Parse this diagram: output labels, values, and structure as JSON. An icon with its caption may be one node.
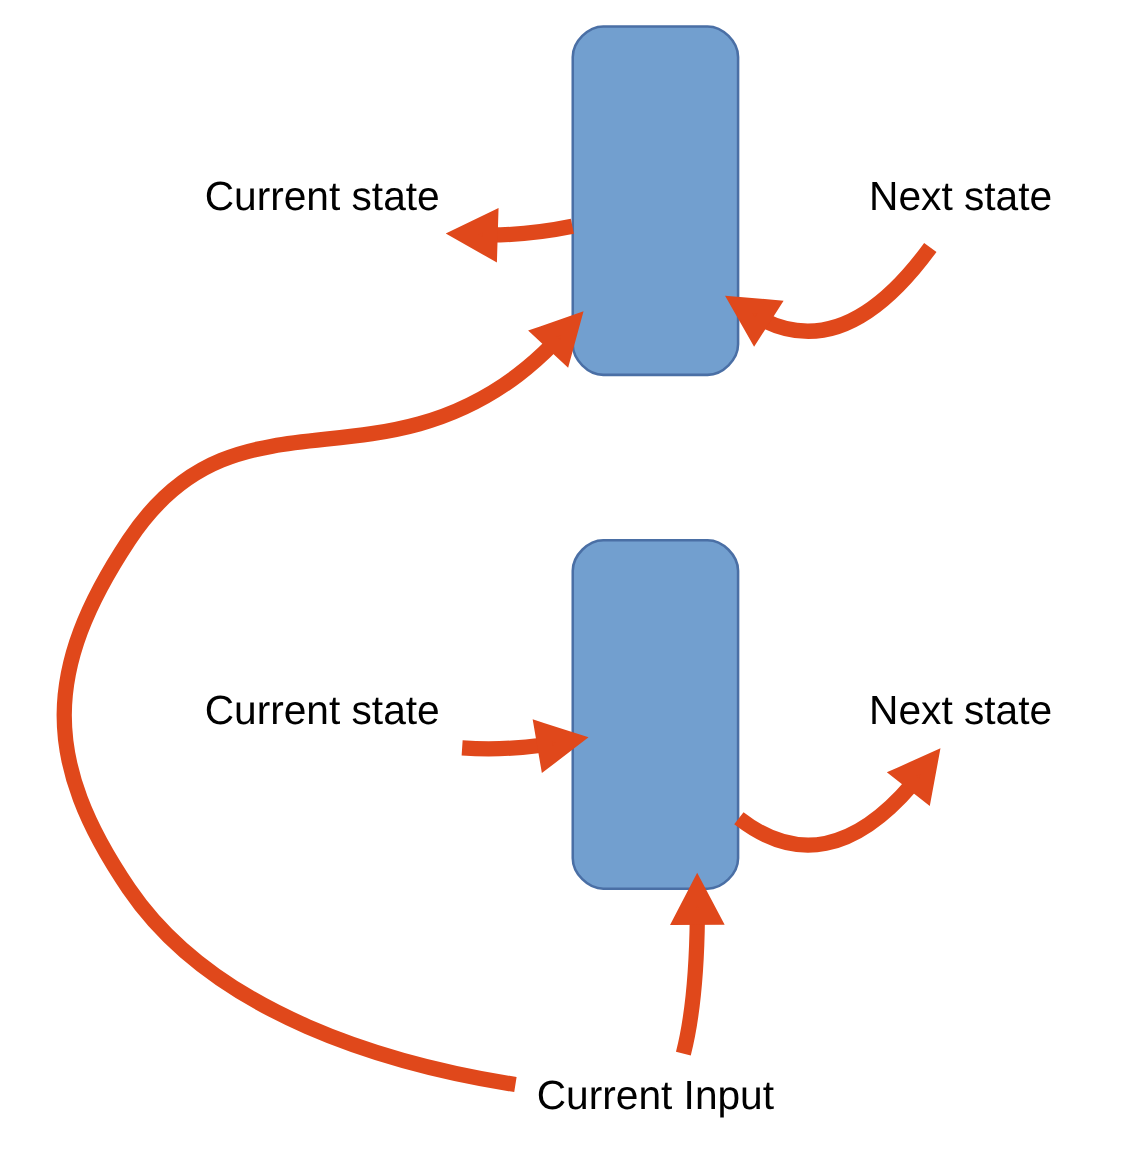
{
  "diagram": {
    "nodes": [
      {
        "text": [
          "Current state"
        ]
      },
      {
        "text": [],
        "shape": "box"
      },
      {
        "text": [
          "Next state"
        ]
      },
      {
        "text": [],
        "shape": "box"
      },
      {
        "text": [
          "Current state"
        ]
      },
      {
        "text": [
          "Next state"
        ]
      },
      {
        "text": [
          "Current Input"
        ]
      }
    ],
    "edges": [
      {
        "from": 1,
        "to": 0,
        "arrow": "to"
      },
      {
        "from": 2,
        "to": 1,
        "arrow": "to"
      },
      {
        "from": 4,
        "to": 3,
        "arrow": "to"
      },
      {
        "from": 3,
        "to": 5,
        "arrow": "to"
      },
      {
        "from": 6,
        "to": 1,
        "arrow": "to"
      },
      {
        "from": 6,
        "to": 3,
        "arrow": "to"
      }
    ]
  }
}
